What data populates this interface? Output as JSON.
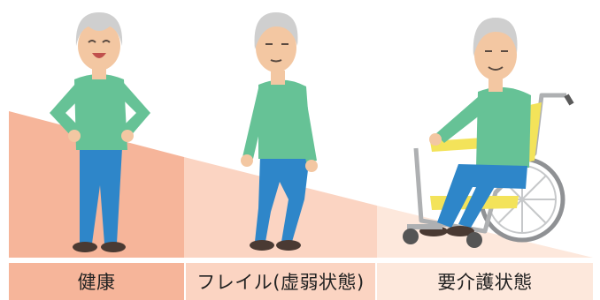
{
  "stages": [
    {
      "label": "健康",
      "color": "#f6b59a"
    },
    {
      "label": "フレイル(虚弱状態)",
      "color": "#fbd4c2"
    },
    {
      "label": "要介護状態",
      "color": "#fde8dc"
    }
  ],
  "palette": {
    "shirt": "#66c296",
    "pants": "#2e86c9",
    "skin": "#f3c7a2",
    "hair": "#cfcfcf",
    "wheelchair_frame": "#aeb0b2",
    "wheelchair_seat": "#f3e35a"
  }
}
